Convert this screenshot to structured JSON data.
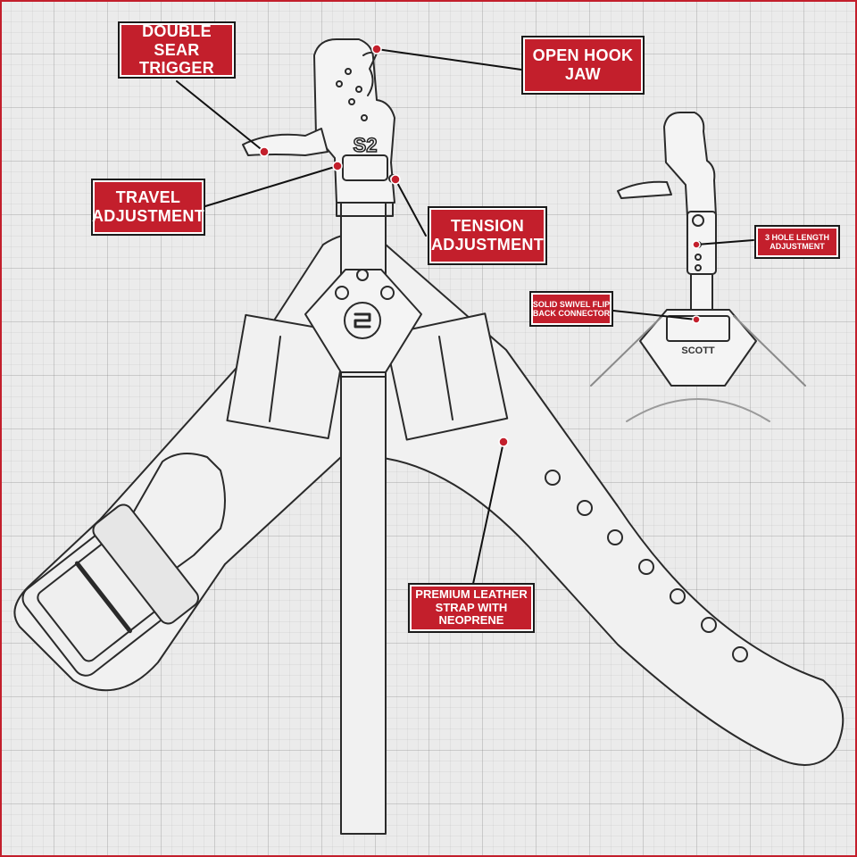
{
  "colors": {
    "accent": "#c31f2c",
    "label_text": "#ffffff",
    "outline": "#1a1a1a",
    "background": "#ebebeb"
  },
  "callouts": {
    "double_sear_trigger": "DOUBLE SEAR\nTRIGGER",
    "open_hook_jaw": "OPEN HOOK\nJAW",
    "travel_adjustment": "TRAVEL\nADJUSTMENT",
    "tension_adjustment": "TENSION\nADJUSTMENT",
    "premium_leather_strap": "PREMIUM LEATHER\nSTRAP WITH NEOPRENE",
    "three_hole_length_adjustment": "3 HOLE LENGTH\nADJUSTMENT",
    "solid_swivel_connector": "SOLID SWIVEL FLIP\nBACK CONNECTOR"
  },
  "product_markings": {
    "model_mark": "S2",
    "brand_mark": "SCOTT"
  }
}
